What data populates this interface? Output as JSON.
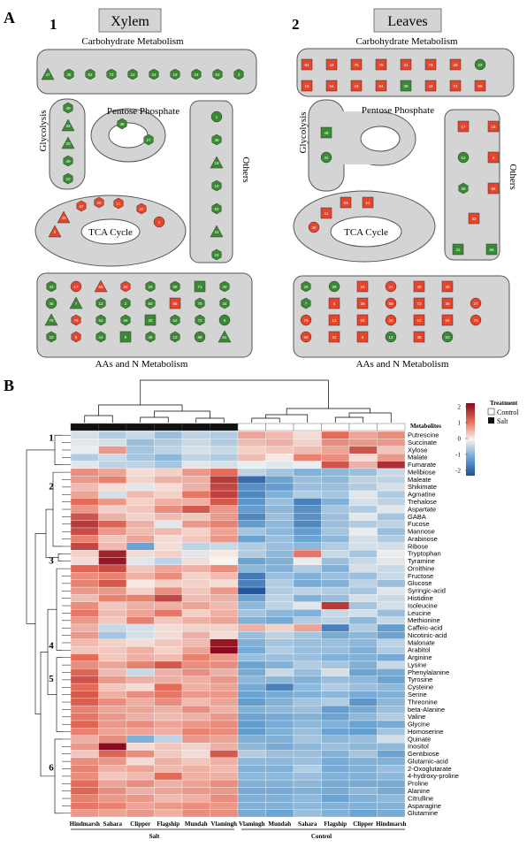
{
  "panelA": {
    "letter": "A",
    "xylem": {
      "number": "1",
      "title": "Xylem",
      "carbohydrate": "Carbohydrate Metabolism",
      "glycolysis": "Glycolysis",
      "pentose": "Pentose Phosphate",
      "tca": "TCA Cycle",
      "others": "Others",
      "aas": "AAs and N Metabolism",
      "carb_nodes": [
        "47",
        "36",
        "62",
        "73",
        "21",
        "24",
        "19",
        "34",
        "53",
        "3"
      ],
      "gly_nodes": [
        "49",
        "33",
        "20",
        "49",
        "22"
      ],
      "pent_nodes": [
        "38",
        "27"
      ],
      "tca_nodes": [
        "47",
        "28",
        "11",
        "42",
        "2",
        "45",
        "5"
      ],
      "others_nodes": [
        "1",
        "38",
        "18",
        "18",
        "84",
        "41",
        "15"
      ],
      "aa_nodes_row1": [
        "43",
        "17",
        "68",
        "26",
        "29",
        "58",
        "71",
        "40"
      ],
      "aa_nodes_row2": [
        "46",
        "7",
        "12",
        "2",
        "60",
        "65",
        "70",
        "34"
      ],
      "aa_nodes_row3": [
        "78",
        "78",
        "53",
        "56",
        "30",
        "52",
        "72",
        "6"
      ],
      "aa_nodes_row4": [
        "10",
        "6",
        "44",
        "9",
        "48",
        "12",
        "88",
        "61"
      ]
    },
    "leaves": {
      "number": "2",
      "title": "Leaves",
      "carbohydrate": "Carbohydrate Metabolism",
      "glycolysis": "Glycolysis",
      "pentose": "Pentose Phosphate",
      "tca": "TCA Cycle",
      "others": "Others",
      "aas": "AAs and N Metabolism",
      "carb_row1": [
        "84",
        "42",
        "75",
        "76",
        "21",
        "73",
        "20",
        "22"
      ],
      "carb_row2": [
        "15",
        "54",
        "19",
        "64",
        "38",
        "42",
        "74",
        "66"
      ],
      "gly_nodes": [
        "49",
        "33"
      ],
      "tca_nodes": [
        "63",
        "14",
        "11",
        "40"
      ],
      "others_nodes": [
        "17",
        "15",
        "51",
        "4",
        "38",
        "65",
        "42",
        "31",
        "66"
      ],
      "aa_row1": [
        "26",
        "39",
        "34",
        "24",
        "48",
        "38"
      ],
      "aa_row2": [
        "7",
        "6",
        "26",
        "59",
        "73",
        "25",
        "27"
      ],
      "aa_row3": [
        "79",
        "12",
        "68",
        "38",
        "63",
        "69",
        "70"
      ],
      "aa_row4": [
        "66",
        "31",
        "5",
        "12",
        "38",
        "53"
      ]
    }
  },
  "panelB": {
    "letter": "B",
    "legend_title": "Treatment",
    "legend_control": "Control",
    "legend_salt": "Salt",
    "metabolites_label": "Metabolites",
    "scale_ticks": [
      "2",
      "1",
      "0",
      "-1",
      "-2"
    ],
    "cluster_labels": [
      "1",
      "2",
      "3",
      "4",
      "5",
      "6"
    ],
    "columns": [
      "Hindmarsh",
      "Sahara",
      "Clipper",
      "Flagship",
      "Mundah",
      "Vlamingh",
      "Vlamingh",
      "Mundah",
      "Sahara",
      "Flagship",
      "Clipper",
      "Hindmarsh"
    ],
    "group_salt": "Salt",
    "group_control": "Control",
    "rows": [
      "Putrescine",
      "Succinate",
      "Xylose",
      "Malate",
      "Fumarate",
      "Melibiose",
      "Maleate",
      "Shikimate",
      "Agmatine",
      "Trehalose",
      "Aspartate",
      "GABA",
      "Fucose",
      "Mannose",
      "Arabinose",
      "Ribose",
      "Tryptophan",
      "Tyramine",
      "Ornithine",
      "Fructose",
      "Glucose",
      "Syringic-acid",
      "Histidine",
      "Isoleucine",
      "Leucine",
      "Methionine",
      "Caffeic-acid",
      "Nicotinic-acid",
      "Malonate",
      "Arabitol",
      "Arginine",
      "Lysine",
      "Phenylalanine",
      "Tyrosine",
      "Cysteine",
      "Serine",
      "Threonine",
      "beta-Alanine",
      "Valine",
      "Glycine",
      "Homoserine",
      "Quinate",
      "Inositol",
      "Gentibiose",
      "Glutamic-acid",
      "2-Oxoglutarate",
      "4-hydroxy-proline",
      "Proline",
      "Alanine",
      "Citrulline",
      "Asparagine",
      "Glutamine"
    ],
    "values": [
      [
        -0.3,
        -0.6,
        -0.4,
        -0.8,
        -0.5,
        -0.6,
        0.7,
        0.5,
        0.2,
        1.2,
        0.7,
        0.9
      ],
      [
        -0.2,
        -0.3,
        -0.8,
        -0.6,
        -0.4,
        -0.6,
        0.5,
        0.6,
        0.3,
        0.9,
        0.8,
        0.8
      ],
      [
        -0.1,
        0.8,
        -0.7,
        -0.5,
        -0.3,
        -0.4,
        0.3,
        0.4,
        0.5,
        0.7,
        1.6,
        0.4
      ],
      [
        -0.6,
        -0.4,
        -0.7,
        -0.9,
        -0.5,
        -0.6,
        0.5,
        0.1,
        1.0,
        0.9,
        0.2,
        0.8
      ],
      [
        -0.2,
        -0.5,
        -0.5,
        -0.7,
        -0.2,
        -0.3,
        -0.1,
        -0.2,
        -0.1,
        1.6,
        0.6,
        2.2
      ],
      [
        0.9,
        0.7,
        0.2,
        0.3,
        0.8,
        1.2,
        -0.5,
        -0.7,
        -1.0,
        -0.9,
        -0.8,
        -0.4
      ],
      [
        0.8,
        1.0,
        0.3,
        0.6,
        0.6,
        2.0,
        -2.0,
        -1.2,
        -0.8,
        -0.9,
        -0.5,
        -0.5
      ],
      [
        0.5,
        0.2,
        -0.2,
        0.2,
        0.6,
        1.8,
        -1.5,
        -1.3,
        -0.8,
        -0.8,
        -0.6,
        -0.3
      ],
      [
        0.7,
        -0.3,
        0.5,
        0.3,
        1.1,
        1.9,
        -1.6,
        -1.0,
        -0.6,
        -0.7,
        -0.2,
        -0.6
      ],
      [
        1.2,
        0.8,
        0.3,
        0.6,
        0.6,
        1.5,
        -1.4,
        -0.8,
        -1.7,
        -1.0,
        -0.3,
        -0.5
      ],
      [
        0.8,
        0.3,
        0.4,
        0.9,
        1.5,
        0.8,
        -1.3,
        -0.9,
        -1.5,
        -0.7,
        -0.6,
        -0.2
      ],
      [
        1.6,
        0.6,
        0.3,
        0.5,
        0.4,
        0.8,
        -1.6,
        -0.8,
        -1.5,
        -0.8,
        -0.2,
        -0.7
      ],
      [
        2.0,
        1.3,
        0.6,
        -0.2,
        0.8,
        1.0,
        -1.3,
        -0.9,
        -1.6,
        -0.8,
        -0.6,
        -0.5
      ],
      [
        1.7,
        0.8,
        0.5,
        0.5,
        0.3,
        0.7,
        -0.7,
        -0.9,
        -1.3,
        -0.7,
        -0.1,
        -0.8
      ],
      [
        1.0,
        0.4,
        0.7,
        0.2,
        0.4,
        0.8,
        -1.2,
        -0.8,
        -1.2,
        -0.9,
        -0.3,
        -0.6
      ],
      [
        1.8,
        0.5,
        -1.2,
        0.2,
        -0.5,
        -0.4,
        -0.6,
        -0.8,
        -0.9,
        -0.6,
        -0.3,
        -0.3
      ],
      [
        0.3,
        2.4,
        0.2,
        0.3,
        -0.2,
        0.1,
        -0.6,
        -0.9,
        1.1,
        -0.4,
        -0.7,
        -0.1
      ],
      [
        0.2,
        2.6,
        -0.2,
        -0.5,
        0.2,
        0.0,
        -1.2,
        -1.0,
        -0.1,
        -0.8,
        -0.4,
        -0.2
      ],
      [
        1.3,
        1.7,
        0.4,
        0.7,
        0.6,
        0.9,
        -0.9,
        -1.0,
        -0.6,
        -1.0,
        -0.3,
        -0.4
      ],
      [
        0.9,
        1.0,
        0.6,
        0.9,
        0.3,
        0.5,
        -1.8,
        -0.8,
        -1.0,
        -0.8,
        -0.8,
        -0.4
      ],
      [
        1.0,
        1.5,
        0.1,
        0.3,
        0.3,
        0.2,
        -1.7,
        -0.6,
        -1.1,
        -1.0,
        -0.5,
        -0.8
      ],
      [
        0.8,
        0.8,
        0.3,
        0.9,
        0.4,
        0.8,
        -2.3,
        -0.6,
        -0.5,
        -0.6,
        -0.7,
        -0.2
      ],
      [
        0.5,
        1.0,
        1.0,
        1.8,
        0.5,
        0.6,
        -1.2,
        -0.5,
        -1.0,
        -0.8,
        -0.3,
        -0.4
      ],
      [
        0.9,
        0.4,
        0.6,
        0.6,
        0.7,
        0.5,
        -0.9,
        -0.5,
        -0.2,
        2.0,
        -0.7,
        -0.3
      ],
      [
        1.1,
        0.5,
        0.7,
        1.1,
        0.3,
        0.6,
        -0.7,
        -0.9,
        -1.0,
        -0.4,
        -0.3,
        -0.8
      ],
      [
        0.8,
        0.4,
        1.0,
        0.4,
        0.6,
        0.7,
        -1.0,
        -1.1,
        -0.6,
        -0.5,
        -0.9,
        -0.4
      ],
      [
        0.6,
        -0.4,
        -0.3,
        0.2,
        0.3,
        0.3,
        0.6,
        0.3,
        0.7,
        -1.7,
        -0.6,
        -1.3
      ],
      [
        0.8,
        -0.7,
        -0.3,
        0.2,
        0.6,
        0.2,
        -0.8,
        -0.5,
        -0.7,
        -1.1,
        -0.9,
        -1.2
      ],
      [
        0.5,
        0.3,
        0.2,
        0.4,
        0.5,
        2.6,
        -1.0,
        -0.7,
        -0.8,
        -0.8,
        -0.9,
        -0.5
      ],
      [
        0.4,
        0.4,
        0.6,
        0.3,
        0.7,
        2.8,
        -1.1,
        -0.6,
        -0.8,
        -0.8,
        -1.0,
        -0.6
      ],
      [
        1.2,
        0.4,
        0.6,
        0.5,
        1.0,
        0.8,
        -0.8,
        -0.8,
        -0.8,
        -1.0,
        -1.0,
        -1.1
      ],
      [
        0.9,
        0.7,
        1.0,
        1.5,
        0.9,
        0.9,
        -1.2,
        -1.0,
        -0.6,
        -0.7,
        -1.0,
        -0.4
      ],
      [
        1.3,
        0.5,
        -0.4,
        0.6,
        0.9,
        0.6,
        -1.1,
        -0.4,
        -0.8,
        -0.3,
        -1.2,
        -1.1
      ],
      [
        1.6,
        0.8,
        0.6,
        0.6,
        0.6,
        0.8,
        -0.9,
        -0.9,
        -1.0,
        -0.8,
        -0.9,
        -1.2
      ],
      [
        1.2,
        0.4,
        0.2,
        1.2,
        0.6,
        0.7,
        -1.1,
        -1.7,
        -0.9,
        -0.6,
        -0.8,
        -0.9
      ],
      [
        1.5,
        0.6,
        0.9,
        1.1,
        0.8,
        0.8,
        -1.2,
        -1.1,
        -1.0,
        -0.9,
        -1.1,
        -1.0
      ],
      [
        1.4,
        0.9,
        0.6,
        0.9,
        0.5,
        0.7,
        -1.3,
        -1.0,
        -0.7,
        -0.6,
        -1.4,
        -0.9
      ],
      [
        1.0,
        0.7,
        0.7,
        0.6,
        0.9,
        0.6,
        -1.0,
        -0.9,
        -0.8,
        -1.3,
        -1.1,
        -0.8
      ],
      [
        1.1,
        0.8,
        0.6,
        0.5,
        0.6,
        0.8,
        -1.2,
        -1.1,
        -1.0,
        -1.2,
        -0.9,
        -0.6
      ],
      [
        1.3,
        0.8,
        0.9,
        0.7,
        0.8,
        0.9,
        -1.3,
        -1.1,
        -0.9,
        -1.0,
        -1.2,
        -1.1
      ],
      [
        1.0,
        0.7,
        0.7,
        0.6,
        1.0,
        0.9,
        -1.3,
        -1.0,
        -0.8,
        -1.2,
        -1.3,
        -0.7
      ],
      [
        0.6,
        0.9,
        -1.0,
        -0.5,
        0.8,
        0.7,
        -1.0,
        -1.0,
        -0.7,
        -0.9,
        -0.8,
        -0.3
      ],
      [
        0.8,
        3.0,
        0.2,
        0.4,
        0.3,
        0.6,
        -0.9,
        -1.1,
        -0.9,
        -0.8,
        -0.9,
        -0.9
      ],
      [
        0.4,
        1.3,
        0.9,
        0.4,
        0.2,
        1.5,
        -0.6,
        -0.8,
        -0.8,
        -1.0,
        -0.7,
        -1.2
      ],
      [
        0.9,
        0.8,
        0.2,
        0.6,
        0.4,
        0.6,
        -0.9,
        -0.9,
        -0.8,
        -1.1,
        -1.0,
        -1.0
      ],
      [
        1.0,
        0.6,
        0.7,
        0.5,
        0.6,
        0.5,
        -1.0,
        -1.0,
        -0.6,
        -1.1,
        -1.0,
        -0.8
      ],
      [
        0.9,
        0.4,
        0.5,
        1.2,
        0.6,
        0.6,
        -0.9,
        -0.9,
        -0.8,
        -1.0,
        -1.0,
        -0.9
      ],
      [
        1.2,
        0.7,
        0.9,
        0.6,
        0.7,
        0.9,
        -1.0,
        -1.0,
        -0.9,
        -1.1,
        -1.1,
        -1.1
      ],
      [
        1.3,
        0.9,
        0.6,
        0.7,
        0.8,
        0.8,
        -1.1,
        -1.1,
        -1.0,
        -1.1,
        -0.9,
        -1.1
      ],
      [
        1.0,
        0.8,
        0.8,
        0.5,
        0.6,
        0.9,
        -1.0,
        -1.0,
        -0.9,
        -1.2,
        -1.0,
        -0.9
      ],
      [
        1.1,
        1.0,
        0.7,
        0.8,
        0.9,
        0.8,
        -1.0,
        -1.0,
        -0.9,
        -1.0,
        -1.0,
        -1.0
      ],
      [
        0.8,
        0.7,
        0.8,
        0.6,
        0.9,
        0.9,
        -1.1,
        -1.2,
        -0.8,
        -1.0,
        -1.2,
        -1.1
      ]
    ]
  },
  "colors": {
    "up": "#e8432b",
    "down": "#3a8a34",
    "box_fill": "#d4d4d4",
    "box_stroke": "#555555",
    "heat_high": "#8b0a1f",
    "heat_mid": "#f7f3ef",
    "heat_low": "#1f4f9a"
  }
}
